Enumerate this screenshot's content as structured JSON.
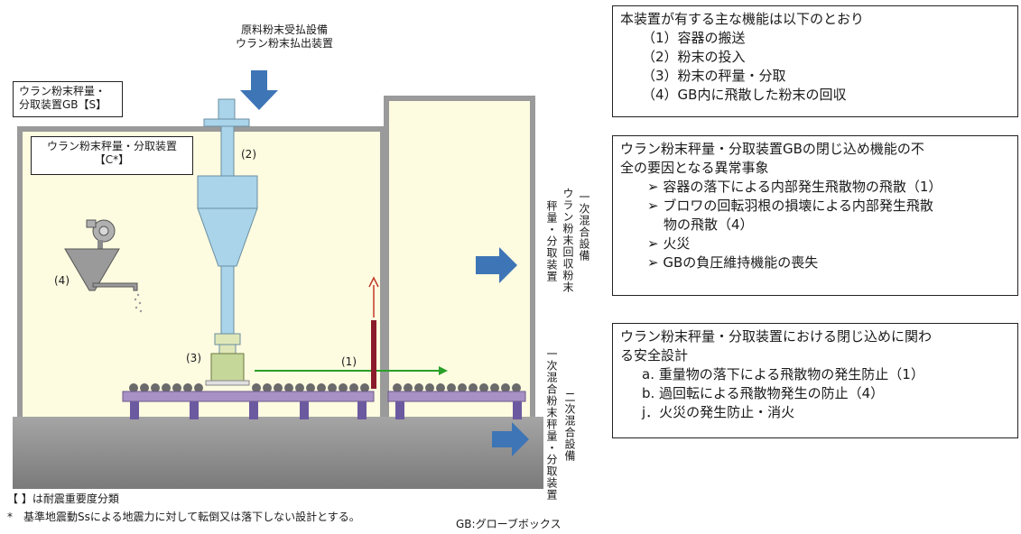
{
  "diagram": {
    "top_label_lines": [
      "原料粉末受払設備",
      "ウラン粉末払出装置"
    ],
    "gb_box_lines": [
      "ウラン粉末秤量・",
      "分取装置GB【S】"
    ],
    "device_box_lines": [
      "ウラン粉末秤量・分取装置",
      "【C*】"
    ],
    "label_2": "(2)",
    "label_3": "(3)",
    "label_4": "(4)",
    "label_1": "(1)",
    "vertical_label_recovery_a": "一次混合設備",
    "vertical_label_recovery_b": "ウラン粉末回収粉末",
    "vertical_label_recovery_c": "秤量・分取装置",
    "vertical_label_primary_a": "一次混合粉末秤量・分取装置",
    "vertical_label_primary_b": "二次混合設備",
    "footnote_1": "【 】は耐震重要度分類",
    "footnote_2": "*　基準地震動Ssによる地震力に対して転倒又は落下しない設計とする。",
    "gb_note": "GB:グローブボックス"
  },
  "panels": {
    "functions": {
      "title": "本装置が有する主な機能は以下のとおり",
      "items": [
        "（1）容器の搬送",
        "（2）粉末の投入",
        "（3）粉末の秤量・分取",
        "（4）GB内に飛散した粉末の回収"
      ]
    },
    "abnormal": {
      "title_lines": [
        "ウラン粉末秤量・分取装置GBの閉じ込め機能の不",
        "全の要因となる異常事象"
      ],
      "items": [
        "➢ 容器の落下による内部発生飛散物の飛散（1）",
        "➢ ブロワの回転羽根の損壊による内部発生飛散"
      ],
      "item2_cont": "物の飛散（4）",
      "items_b": [
        "➢ 火災",
        "➢ GBの負圧維持機能の喪失"
      ]
    },
    "safety": {
      "title_lines": [
        "ウラン粉末秤量・分取装置における閉じ込めに関わ",
        "る安全設計"
      ],
      "items": [
        "a. 重量物の落下による飛散物の発生防止（1）",
        "b. 過回転による飛散物発生の防止（4）",
        "j．火災の発生防止・消火"
      ]
    }
  },
  "colors": {
    "gb_fill": "#fdfbe0",
    "gb_border": "#9a9a9a",
    "equipment": "#a9d4ea",
    "floor": "#8c8c8c",
    "conveyor": "#a891c4",
    "arrow_blue": "#3e75b6",
    "arrow_green": "#2aa02a",
    "arrow_red": "#c0392b"
  }
}
